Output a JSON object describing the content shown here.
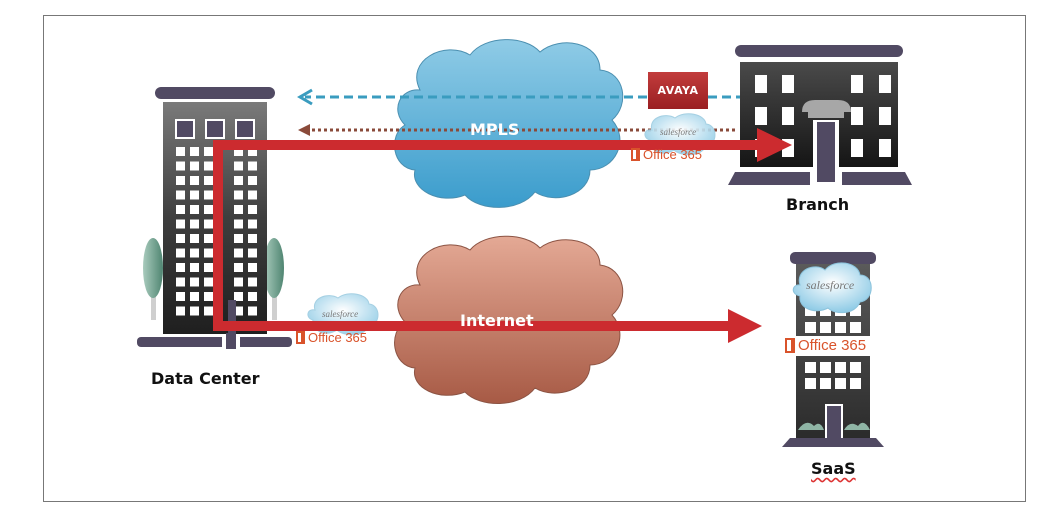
{
  "diagram": {
    "nodes": {
      "data_center": {
        "label": "Data Center"
      },
      "branch": {
        "label": "Branch"
      },
      "saas": {
        "label": "SaaS"
      }
    },
    "clouds": {
      "mpls": {
        "label": "MPLS",
        "color": "#5ab3dc"
      },
      "internet": {
        "label": "Internet",
        "color": "#c27a64"
      }
    },
    "badges": {
      "avaya": "AVAYA",
      "office365": "Office 365",
      "salesforce": "salesforce"
    },
    "connections": [
      {
        "from": "branch",
        "to": "data_center",
        "via": "mpls",
        "style": "dashed",
        "color": "#3a9cbf",
        "carries": "AVAYA"
      },
      {
        "from": "branch",
        "to": "data_center",
        "via": "mpls",
        "style": "dotted",
        "color": "#8a4a3a",
        "carries": "salesforce / Office 365"
      },
      {
        "from": "data_center",
        "to": "branch",
        "via": "mpls",
        "style": "solid-arrow",
        "color": "#cc2b2f"
      },
      {
        "from": "data_center",
        "to": "saas",
        "via": "internet",
        "style": "solid-arrow",
        "color": "#cc2b2f",
        "carries": "salesforce / Office 365"
      }
    ],
    "colors": {
      "arrow": "#cc2b2f",
      "building_dark": "#2a2a2a",
      "building_trim": "#514a63",
      "tree": "#6e9f8c"
    }
  }
}
